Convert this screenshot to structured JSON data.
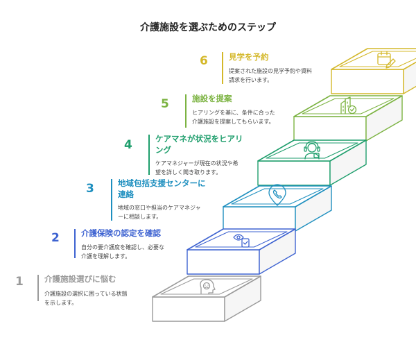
{
  "title": "介護施設を選ぶためのステップ",
  "steps": [
    {
      "number": "1",
      "title": [
        "介護施設選びに悩む"
      ],
      "description": [
        "介護施設の選択に困っている状態",
        "を示します。"
      ],
      "color": "#9a9a9a",
      "icon": "confused-person-icon"
    },
    {
      "number": "2",
      "title": [
        "介護保険の認定を確認"
      ],
      "description": [
        "自分の要介護度を確認し、必要な",
        "介護を理解します。"
      ],
      "color": "#3e63d1",
      "icon": "eye-checklist-icon"
    },
    {
      "number": "3",
      "title": [
        "地域包括支援センターに",
        "連絡"
      ],
      "description": [
        "地域の窓口や担当のケアマネジャ",
        "ーに相談します。"
      ],
      "color": "#1e8fbf",
      "icon": "phone-location-icon"
    },
    {
      "number": "4",
      "title": [
        "ケアマネが状況をヒアリ",
        "ング"
      ],
      "description": [
        "ケアマネジャーが現在の状況や希",
        "望を詳しく聞き取ります。"
      ],
      "color": "#1e9e6c",
      "icon": "headset-agent-icon"
    },
    {
      "number": "5",
      "title": [
        "施設を提案"
      ],
      "description": [
        "ヒアリングを基に、条件に合った",
        "介護施設を提案してもらいます。"
      ],
      "color": "#7cb342",
      "icon": "building-check-icon"
    },
    {
      "number": "6",
      "title": [
        "見学を予約"
      ],
      "description": [
        "提案された施設の見学予約や資料",
        "請求を行います。"
      ],
      "color": "#d4b82a",
      "icon": "calendar-edit-icon"
    }
  ]
}
